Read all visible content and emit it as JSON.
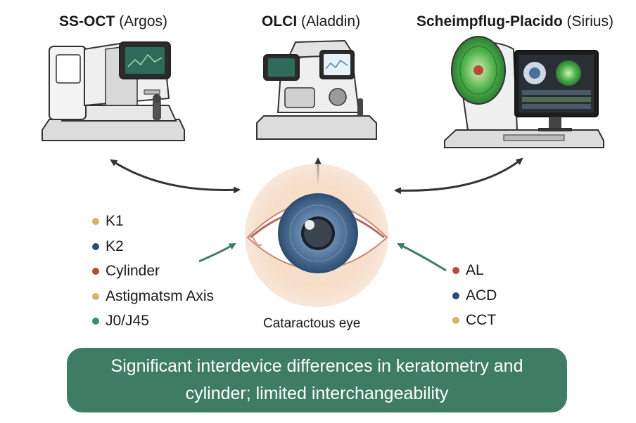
{
  "devices": [
    {
      "name": "SS-OCT",
      "model": "(Argos)"
    },
    {
      "name": "OLCI",
      "model": "(Aladdin)"
    },
    {
      "name": "Scheimpflug-Placido",
      "model": "(Sirius)"
    }
  ],
  "keratometry_params": [
    {
      "label": "K1",
      "color": "#d4b46a"
    },
    {
      "label": "K2",
      "color": "#2f4b73"
    },
    {
      "label": "Cylinder",
      "color": "#b9493a"
    },
    {
      "label": "Astigmatsm Axis",
      "color": "#d4b46a"
    },
    {
      "label": "J0/J45",
      "color": "#3f8a76"
    }
  ],
  "biometry_params": [
    {
      "label": "AL",
      "color": "#b9493a"
    },
    {
      "label": "ACD",
      "color": "#2f4b73"
    },
    {
      "label": "CCT",
      "color": "#d4b46a"
    }
  ],
  "eye_label": "Cataractous eye",
  "conclusion": "Significant interdevice differences in keratometry and cylinder; limited interchangeability",
  "colors": {
    "arrow_dark": "#333333",
    "arrow_green": "#3f7c66",
    "conclusion_bg": "#3f7c66",
    "iris": "#4a6f9a"
  }
}
